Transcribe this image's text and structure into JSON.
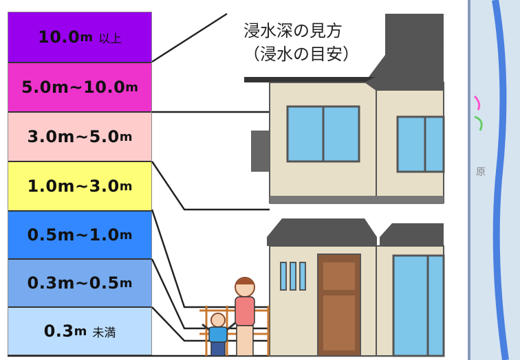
{
  "title": {
    "line1": "浸水深の見方",
    "line2": "（浸水の目安）"
  },
  "side_map": {
    "label_fragment": "原"
  },
  "legend": [
    {
      "range": "10.0",
      "unit": "m",
      "suffix": "以上",
      "color": "#9900ee"
    },
    {
      "range": "5.0m~10.0",
      "unit": "m",
      "suffix": "",
      "color": "#ee33cc"
    },
    {
      "range": "3.0m~5.0",
      "unit": "m",
      "suffix": "",
      "color": "#ffcccc"
    },
    {
      "range": "1.0m~3.0",
      "unit": "m",
      "suffix": "",
      "color": "#ffff77"
    },
    {
      "range": "0.5m~1.0",
      "unit": "m",
      "suffix": "",
      "color": "#3388ff"
    },
    {
      "range": "0.3m~0.5",
      "unit": "m",
      "suffix": "",
      "color": "#77aaee"
    },
    {
      "range": "0.3",
      "unit": "m",
      "suffix": "未満",
      "color": "#bbddff"
    }
  ]
}
